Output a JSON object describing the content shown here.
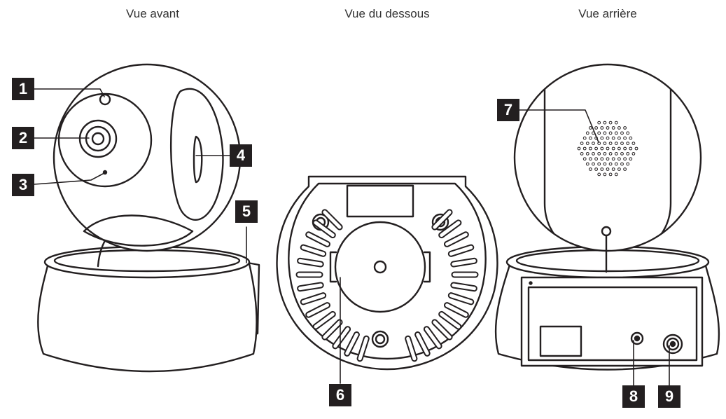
{
  "titles": {
    "front": "Vue avant",
    "bottom": "Vue du dessous",
    "rear": "Vue arrière"
  },
  "callouts": [
    "1",
    "2",
    "3",
    "4",
    "5",
    "6",
    "7",
    "8",
    "9"
  ],
  "colors": {
    "ink": "#231f20",
    "badge_bg": "#231f20",
    "badge_text": "#ffffff",
    "title_text": "#333333"
  }
}
